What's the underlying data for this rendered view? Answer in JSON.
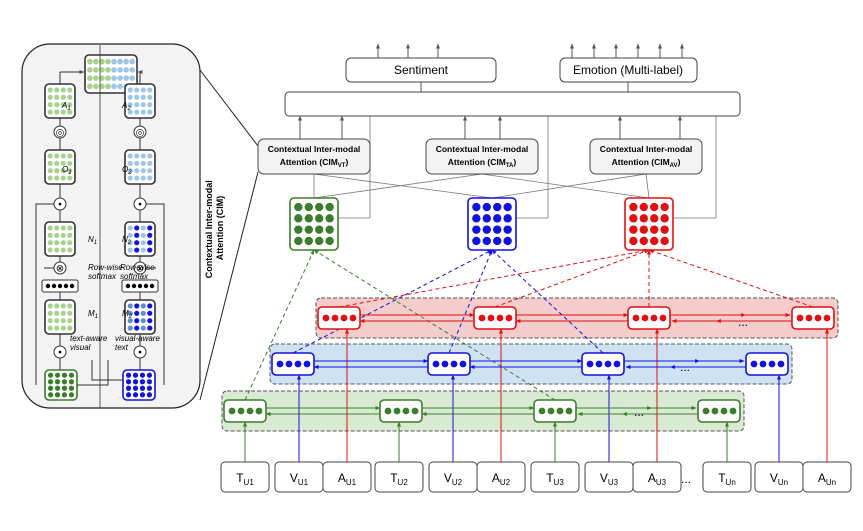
{
  "outputs": {
    "sentiment": "Sentiment",
    "emotion": "Emotion (Multi-label)"
  },
  "cim": [
    {
      "line1": "Contextual Inter-modal",
      "prefix": "Attention (CIM",
      "sub": "VT",
      "suffix": ")"
    },
    {
      "line1": "Contextual Inter-modal",
      "prefix": "Attention (CIM",
      "sub": "TA",
      "suffix": ")"
    },
    {
      "line1": "Contextual Inter-modal",
      "prefix": "Attention (CIM",
      "sub": "AV",
      "suffix": ")"
    }
  ],
  "side_label": {
    "line1": "Contextual Inter-modal",
    "line2": "Attention (CIM)"
  },
  "ellipsis": "...",
  "inputs": [
    {
      "letter": "T",
      "sub": "U1"
    },
    {
      "letter": "V",
      "sub": "U1"
    },
    {
      "letter": "A",
      "sub": "U1"
    },
    {
      "letter": "T",
      "sub": "U2"
    },
    {
      "letter": "V",
      "sub": "U2"
    },
    {
      "letter": "A",
      "sub": "U2"
    },
    {
      "letter": "T",
      "sub": "U3"
    },
    {
      "letter": "V",
      "sub": "U3"
    },
    {
      "letter": "A",
      "sub": "U3"
    },
    {
      "letter": "T",
      "sub": "Un"
    },
    {
      "letter": "V",
      "sub": "Un"
    },
    {
      "letter": "A",
      "sub": "Un"
    }
  ],
  "inset": {
    "a1": {
      "letter": "A",
      "sub": "1"
    },
    "a2": {
      "letter": "A",
      "sub": "2"
    },
    "o1": {
      "letter": "O",
      "sub": "1"
    },
    "o2": {
      "letter": "O",
      "sub": "2"
    },
    "n1": {
      "letter": "N",
      "sub": "1"
    },
    "n2": {
      "letter": "N",
      "sub": "2"
    },
    "m1": {
      "letter": "M",
      "sub": "1"
    },
    "m2": {
      "letter": "M",
      "sub": "2"
    },
    "softmax_left": [
      "Row-wise",
      "softmax"
    ],
    "softmax_right": [
      "Row-wise",
      "softmax"
    ],
    "left_caption": [
      "text-aware",
      "visual"
    ],
    "right_caption": [
      "visual-aware",
      "text"
    ]
  },
  "colors": {
    "green": "#3a7d2c",
    "green_bg": "#d9ead3",
    "green_light": "#a9d18e",
    "blue": "#1212dd",
    "blue_bg": "#cfe2f3",
    "blue_light": "#9fc5e8",
    "red": "#e01010",
    "red_bg": "#f4cccc",
    "gray": "#555555"
  }
}
